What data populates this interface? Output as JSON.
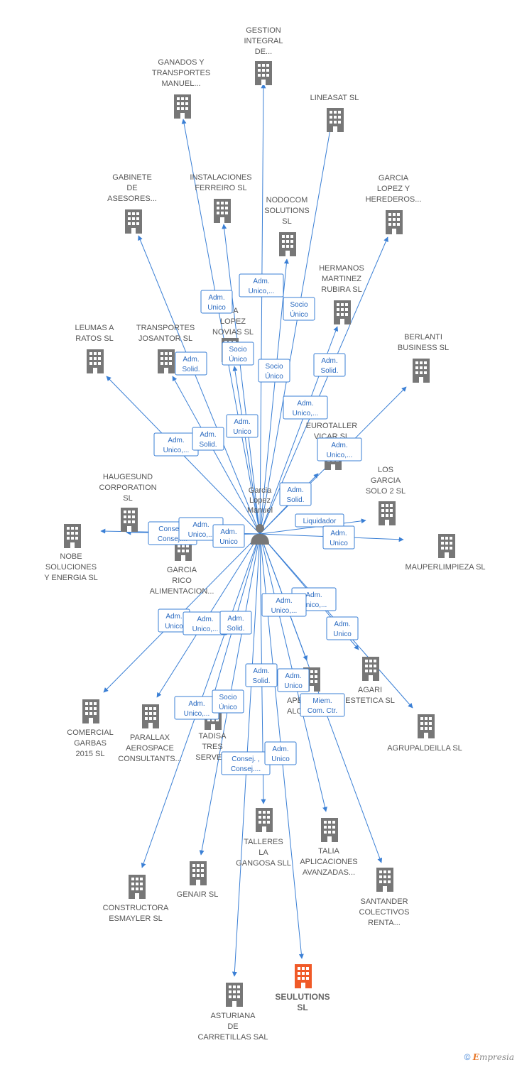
{
  "center": {
    "label_lines": [
      "Garcia",
      "Lopez",
      "Manuel"
    ]
  },
  "colors": {
    "edge": "#3a7fd5",
    "building": "#777777",
    "highlight": "#f05a28"
  },
  "nodes": [
    {
      "id": "gestion",
      "lines": [
        "GESTION",
        "INTEGRAL",
        "DE..."
      ],
      "highlight": false
    },
    {
      "id": "ganados",
      "lines": [
        "GANADOS Y",
        "TRANSPORTES",
        "MANUEL..."
      ],
      "highlight": false
    },
    {
      "id": "lineasat",
      "lines": [
        "LINEASAT  SL"
      ],
      "highlight": false
    },
    {
      "id": "gabinete",
      "lines": [
        "GABINETE",
        "DE",
        "ASESORES..."
      ],
      "highlight": false
    },
    {
      "id": "instalaciones",
      "lines": [
        "INSTALACIONES",
        "FERREIRO  SL"
      ],
      "highlight": false
    },
    {
      "id": "nodocom",
      "lines": [
        "NODOCOM",
        "SOLUTIONS",
        "SL"
      ],
      "highlight": false
    },
    {
      "id": "garcia_lopez_her",
      "lines": [
        "GARCIA",
        "LOPEZ Y",
        "HEREDEROS..."
      ],
      "highlight": false
    },
    {
      "id": "hermanos",
      "lines": [
        "HERMANOS",
        "MARTINEZ",
        "RUBIRA SL"
      ],
      "highlight": false
    },
    {
      "id": "ra_lopez",
      "lines": [
        "RA",
        "LOPEZ",
        "NOVIAS   SL"
      ],
      "highlight": false
    },
    {
      "id": "leumas",
      "lines": [
        "LEUMAS A",
        "RATOS  SL"
      ],
      "highlight": false
    },
    {
      "id": "transportes_j",
      "lines": [
        "TRANSPORTES",
        "JOSANTOR  SL"
      ],
      "highlight": false
    },
    {
      "id": "berlanti",
      "lines": [
        "BERLANTI",
        "BUSINESS SL"
      ],
      "highlight": false
    },
    {
      "id": "eurotaller",
      "lines": [
        "EUROTALLER",
        "VICAR SL"
      ],
      "highlight": false
    },
    {
      "id": "haugesund",
      "lines": [
        "HAUGESUND",
        "CORPORATION",
        "SL"
      ],
      "highlight": false
    },
    {
      "id": "los_garcia",
      "lines": [
        "LOS",
        "GARCIA",
        "SOLO 2 SL"
      ],
      "highlight": false
    },
    {
      "id": "nobe",
      "lines": [
        "NOBE",
        "SOLUCIONES",
        "Y ENERGIA  SL"
      ],
      "highlight": false
    },
    {
      "id": "garcia_rico",
      "lines": [
        "GARCIA",
        "RICO",
        "ALIMENTACION..."
      ],
      "highlight": false
    },
    {
      "id": "mauperlimpieza",
      "lines": [
        "MAUPERLIMPIEZA SL"
      ],
      "highlight": false
    },
    {
      "id": "agari",
      "lines": [
        "AGARI",
        "ESTETICA SL"
      ],
      "highlight": false
    },
    {
      "id": "apec",
      "lines": [
        "APE",
        "ALO"
      ],
      "highlight": false
    },
    {
      "id": "agrupaldeilla",
      "lines": [
        "AGRUPALDEILLA SL"
      ],
      "highlight": false
    },
    {
      "id": "comercial",
      "lines": [
        "COMERCIAL",
        "GARBAS",
        "2015  SL"
      ],
      "highlight": false
    },
    {
      "id": "parallax",
      "lines": [
        "PARALLAX",
        "AEROSPACE",
        "CONSULTANTS..."
      ],
      "highlight": false
    },
    {
      "id": "tadisa",
      "lines": [
        "TADISA",
        "TRES",
        "SERVEIS"
      ],
      "highlight": false
    },
    {
      "id": "talleres",
      "lines": [
        "TALLERES",
        "LA",
        "GANGOSA SLL"
      ],
      "highlight": false
    },
    {
      "id": "talia",
      "lines": [
        "TALIA",
        "APLICACIONES",
        "AVANZADAS..."
      ],
      "highlight": false
    },
    {
      "id": "santander",
      "lines": [
        "SANTANDER",
        "COLECTIVOS",
        "RENTA..."
      ],
      "highlight": false
    },
    {
      "id": "constructora",
      "lines": [
        "CONSTRUCTORA",
        "ESMAYLER SL"
      ],
      "highlight": false
    },
    {
      "id": "genair",
      "lines": [
        "GENAIR  SL"
      ],
      "highlight": false
    },
    {
      "id": "asturiana",
      "lines": [
        "ASTURIANA",
        "DE",
        "CARRETILLAS SAL"
      ],
      "highlight": false
    },
    {
      "id": "seulutions",
      "lines": [
        "SEULUTIONS",
        "SL"
      ],
      "highlight": true
    }
  ],
  "edge_labels": [
    {
      "id": "e1",
      "lines": [
        "Adm.",
        "Unico,..."
      ]
    },
    {
      "id": "e2",
      "lines": [
        "Adm.",
        "Unico"
      ]
    },
    {
      "id": "e3",
      "lines": [
        "Socio",
        "Único"
      ]
    },
    {
      "id": "e4",
      "lines": [
        "Adm.",
        "Solid."
      ]
    },
    {
      "id": "e5",
      "lines": [
        "Socio",
        "Único"
      ]
    },
    {
      "id": "e6",
      "lines": [
        "Socio",
        "Único"
      ]
    },
    {
      "id": "e7",
      "lines": [
        "Adm.",
        "Solid."
      ]
    },
    {
      "id": "e8",
      "lines": [
        "Adm.",
        "Unico,..."
      ]
    },
    {
      "id": "e9",
      "lines": [
        "Adm.",
        "Unico"
      ]
    },
    {
      "id": "e10",
      "lines": [
        "Adm.",
        "Unico,..."
      ]
    },
    {
      "id": "e11",
      "lines": [
        "Adm.",
        "Solid."
      ]
    },
    {
      "id": "e12",
      "lines": [
        "Adm.",
        "Unico,..."
      ]
    },
    {
      "id": "e13",
      "lines": [
        "Adm.",
        "Solid."
      ]
    },
    {
      "id": "e14",
      "lines": [
        "Liquidador"
      ]
    },
    {
      "id": "e15",
      "lines": [
        "Consej. ,",
        "Consej...."
      ]
    },
    {
      "id": "e16",
      "lines": [
        "Adm.",
        "Unico,..."
      ]
    },
    {
      "id": "e17",
      "lines": [
        "Adm.",
        "Unico"
      ]
    },
    {
      "id": "e18",
      "lines": [
        "Adm.",
        "Unico"
      ]
    },
    {
      "id": "e19",
      "lines": [
        "Adm.",
        "Unico,..."
      ]
    },
    {
      "id": "e20",
      "lines": [
        "Adm.",
        "Unico,..."
      ]
    },
    {
      "id": "e21",
      "lines": [
        "Adm.",
        "Unico"
      ]
    },
    {
      "id": "e22",
      "lines": [
        "Adm.",
        "Unico"
      ]
    },
    {
      "id": "e23",
      "lines": [
        "Adm.",
        "Unico,..."
      ]
    },
    {
      "id": "e24",
      "lines": [
        "Adm.",
        "Solid."
      ]
    },
    {
      "id": "e25",
      "lines": [
        "Adm.",
        "Solid."
      ]
    },
    {
      "id": "e26",
      "lines": [
        "Adm.",
        "Unico"
      ]
    },
    {
      "id": "e27",
      "lines": [
        "Miem.",
        "Com. Ctr."
      ]
    },
    {
      "id": "e28",
      "lines": [
        "Adm.",
        "Unico,..."
      ]
    },
    {
      "id": "e29",
      "lines": [
        "Socio",
        "Único"
      ]
    },
    {
      "id": "e30",
      "lines": [
        "Consej. ,",
        "Consej...."
      ]
    },
    {
      "id": "e31",
      "lines": [
        "Adm.",
        "Unico"
      ]
    }
  ],
  "footer": {
    "copyright": "©",
    "brand_initial": "E",
    "brand_rest": "mpresia"
  }
}
